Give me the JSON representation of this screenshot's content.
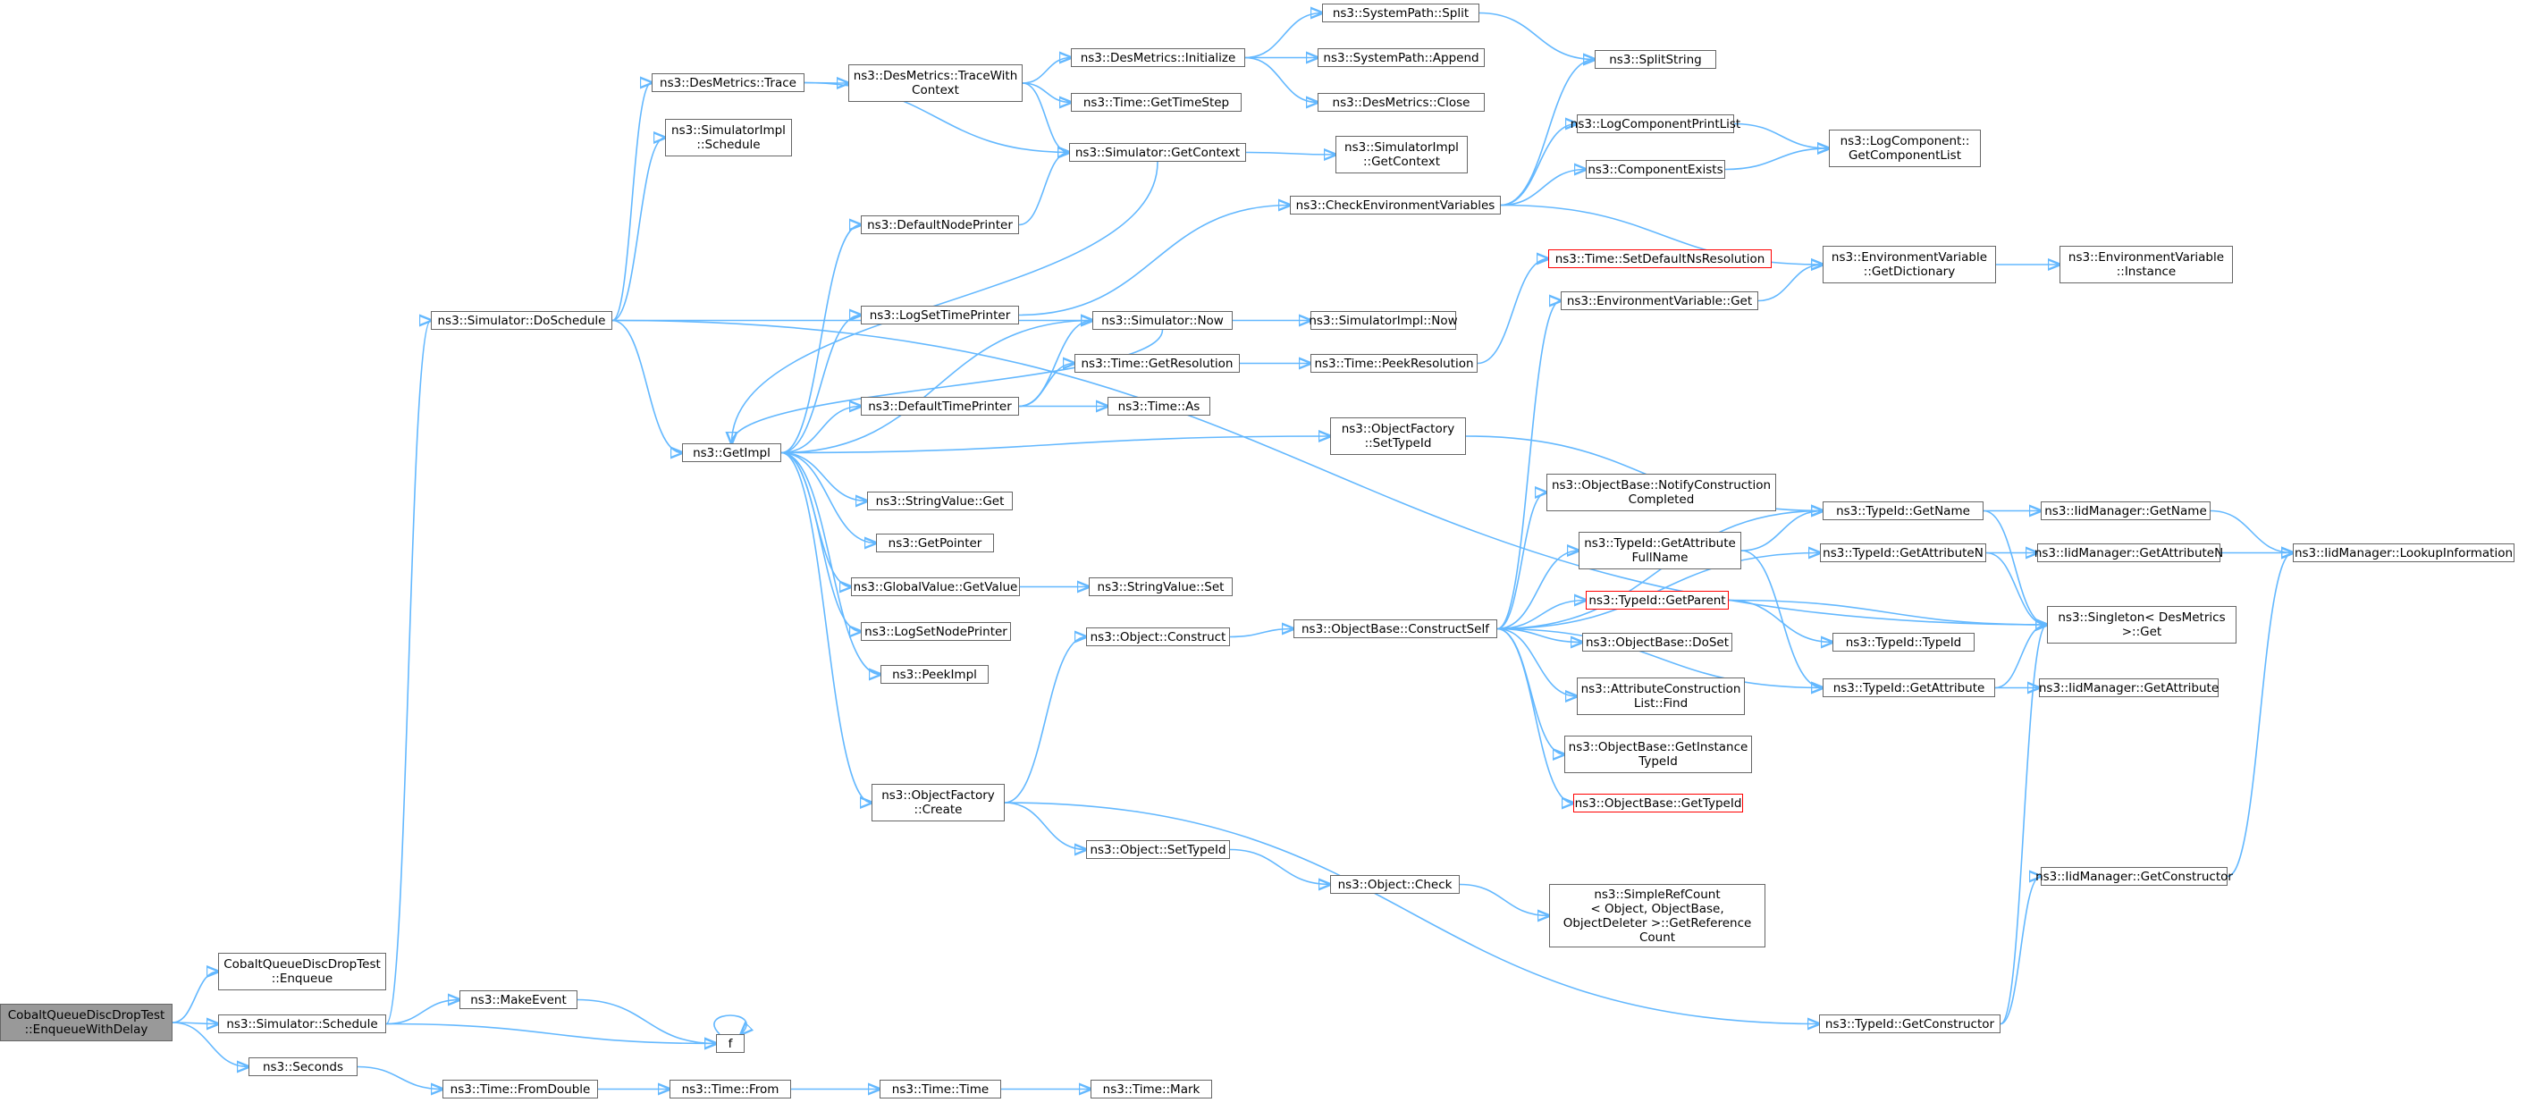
{
  "diagram": {
    "type": "call-graph",
    "colors": {
      "edge": "#63b8ff",
      "node_border": "#666666",
      "root_fill": "#999999",
      "highlight_border": "#ff0000"
    },
    "nodes": [
      {
        "id": "root",
        "label": "CobaltQueueDiscDropTest\n::EnqueueWithDelay",
        "style": "root"
      },
      {
        "id": "enqueue",
        "label": "CobaltQueueDiscDropTest\n::Enqueue"
      },
      {
        "id": "sim_schedule",
        "label": "ns3::Simulator::Schedule"
      },
      {
        "id": "seconds",
        "label": "ns3::Seconds"
      },
      {
        "id": "makeevent",
        "label": "ns3::MakeEvent"
      },
      {
        "id": "f",
        "label": "f"
      },
      {
        "id": "fromdouble",
        "label": "ns3::Time::FromDouble"
      },
      {
        "id": "timefrom",
        "label": "ns3::Time::From"
      },
      {
        "id": "timetime",
        "label": "ns3::Time::Time"
      },
      {
        "id": "timemark",
        "label": "ns3::Time::Mark"
      },
      {
        "id": "doschedule",
        "label": "ns3::Simulator::DoSchedule"
      },
      {
        "id": "desmetrics_trace",
        "label": "ns3::DesMetrics::Trace"
      },
      {
        "id": "simimpl_schedule",
        "label": "ns3::SimulatorImpl\n::Schedule"
      },
      {
        "id": "getimpl",
        "label": "ns3::GetImpl"
      },
      {
        "id": "tracewithcontext",
        "label": "ns3::DesMetrics::TraceWith\nContext"
      },
      {
        "id": "desmetrics_init",
        "label": "ns3::DesMetrics::Initialize"
      },
      {
        "id": "gettimestep",
        "label": "ns3::Time::GetTimeStep"
      },
      {
        "id": "sim_getcontext",
        "label": "ns3::Simulator::GetContext"
      },
      {
        "id": "syspath_split",
        "label": "ns3::SystemPath::Split"
      },
      {
        "id": "syspath_append",
        "label": "ns3::SystemPath::Append"
      },
      {
        "id": "desmetrics_close",
        "label": "ns3::DesMetrics::Close"
      },
      {
        "id": "splitstring",
        "label": "ns3::SplitString"
      },
      {
        "id": "simimpl_getcontext",
        "label": "ns3::SimulatorImpl\n::GetContext"
      },
      {
        "id": "defaultnodeprinter",
        "label": "ns3::DefaultNodePrinter"
      },
      {
        "id": "logsettimeprinter",
        "label": "ns3::LogSetTimePrinter"
      },
      {
        "id": "defaulttimeprinter",
        "label": "ns3::DefaultTimePrinter"
      },
      {
        "id": "stringvalue_get",
        "label": "ns3::StringValue::Get"
      },
      {
        "id": "getpointer",
        "label": "ns3::GetPointer"
      },
      {
        "id": "globalvalue_getvalue",
        "label": "ns3::GlobalValue::GetValue"
      },
      {
        "id": "logsetnodeprinter",
        "label": "ns3::LogSetNodePrinter"
      },
      {
        "id": "peekimpl",
        "label": "ns3::PeekImpl"
      },
      {
        "id": "objectfactory_create",
        "label": "ns3::ObjectFactory\n::Create"
      },
      {
        "id": "sim_now",
        "label": "ns3::Simulator::Now"
      },
      {
        "id": "simimpl_now",
        "label": "ns3::SimulatorImpl::Now"
      },
      {
        "id": "time_getresolution",
        "label": "ns3::Time::GetResolution"
      },
      {
        "id": "time_peekresolution",
        "label": "ns3::Time::PeekResolution"
      },
      {
        "id": "time_as",
        "label": "ns3::Time::As"
      },
      {
        "id": "objectfactory_settypeid",
        "label": "ns3::ObjectFactory\n::SetTypeId"
      },
      {
        "id": "stringvalue_set",
        "label": "ns3::StringValue::Set"
      },
      {
        "id": "checkenv",
        "label": "ns3::CheckEnvironmentVariables"
      },
      {
        "id": "logcomponentprintlist",
        "label": "ns3::LogComponentPrintList"
      },
      {
        "id": "componentexists",
        "label": "ns3::ComponentExists"
      },
      {
        "id": "logcomponent_getlist",
        "label": "ns3::LogComponent::\nGetComponentList"
      },
      {
        "id": "setdefaultnsres",
        "label": "ns3::Time::SetDefaultNsResolution",
        "style": "red"
      },
      {
        "id": "envvar_get",
        "label": "ns3::EnvironmentVariable::Get"
      },
      {
        "id": "envvar_getdict",
        "label": "ns3::EnvironmentVariable\n::GetDictionary"
      },
      {
        "id": "envvar_instance",
        "label": "ns3::EnvironmentVariable\n::Instance"
      },
      {
        "id": "object_construct",
        "label": "ns3::Object::Construct"
      },
      {
        "id": "constructself",
        "label": "ns3::ObjectBase::ConstructSelf"
      },
      {
        "id": "notifyconstruction",
        "label": "ns3::ObjectBase::NotifyConstruction\nCompleted"
      },
      {
        "id": "typeid_getattrfullname",
        "label": "ns3::TypeId::GetAttribute\nFullName"
      },
      {
        "id": "typeid_getparent",
        "label": "ns3::TypeId::GetParent",
        "style": "red"
      },
      {
        "id": "objectbase_doset",
        "label": "ns3::ObjectBase::DoSet"
      },
      {
        "id": "attrconstructionlist_find",
        "label": "ns3::AttributeConstruction\nList::Find"
      },
      {
        "id": "objectbase_getinstancetypeid",
        "label": "ns3::ObjectBase::GetInstance\nTypeId"
      },
      {
        "id": "objectbase_gettypeid",
        "label": "ns3::ObjectBase::GetTypeId",
        "style": "red"
      },
      {
        "id": "object_settypeid",
        "label": "ns3::Object::SetTypeId"
      },
      {
        "id": "object_check",
        "label": "ns3::Object::Check"
      },
      {
        "id": "simplerefcount",
        "label": "ns3::SimpleRefCount\n< Object, ObjectBase,\nObjectDeleter >::GetReference\nCount"
      },
      {
        "id": "typeid_getname",
        "label": "ns3::TypeId::GetName"
      },
      {
        "id": "typeid_getattributen",
        "label": "ns3::TypeId::GetAttributeN"
      },
      {
        "id": "typeid_typeid",
        "label": "ns3::TypeId::TypeId"
      },
      {
        "id": "typeid_getattribute",
        "label": "ns3::TypeId::GetAttribute"
      },
      {
        "id": "typeid_getconstructor",
        "label": "ns3::TypeId::GetConstructor"
      },
      {
        "id": "iidmanager_getname",
        "label": "ns3::IidManager::GetName"
      },
      {
        "id": "iidmanager_getattributen",
        "label": "ns3::IidManager::GetAttributeN"
      },
      {
        "id": "iidmanager_getattribute",
        "label": "ns3::IidManager::GetAttribute"
      },
      {
        "id": "iidmanager_getconstructor",
        "label": "ns3::IidManager::GetConstructor"
      },
      {
        "id": "iidmanager_lookup",
        "label": "ns3::IidManager::LookupInformation"
      },
      {
        "id": "singleton_get",
        "label": "ns3::Singleton< DesMetrics\n>::Get"
      }
    ],
    "edges": [
      [
        "root",
        "enqueue"
      ],
      [
        "root",
        "sim_schedule"
      ],
      [
        "root",
        "seconds"
      ],
      [
        "sim_schedule",
        "doschedule"
      ],
      [
        "sim_schedule",
        "makeevent"
      ],
      [
        "sim_schedule",
        "f"
      ],
      [
        "makeevent",
        "f"
      ],
      [
        "f",
        "f"
      ],
      [
        "seconds",
        "fromdouble"
      ],
      [
        "fromdouble",
        "timefrom"
      ],
      [
        "timefrom",
        "timetime"
      ],
      [
        "timetime",
        "timemark"
      ],
      [
        "doschedule",
        "desmetrics_trace"
      ],
      [
        "doschedule",
        "simimpl_schedule"
      ],
      [
        "doschedule",
        "getimpl"
      ],
      [
        "doschedule",
        "sim_now"
      ],
      [
        "doschedule",
        "singleton_get"
      ],
      [
        "desmetrics_trace",
        "tracewithcontext"
      ],
      [
        "desmetrics_trace",
        "sim_getcontext"
      ],
      [
        "tracewithcontext",
        "desmetrics_init"
      ],
      [
        "tracewithcontext",
        "gettimestep"
      ],
      [
        "tracewithcontext",
        "sim_getcontext"
      ],
      [
        "desmetrics_init",
        "syspath_split"
      ],
      [
        "desmetrics_init",
        "syspath_append"
      ],
      [
        "desmetrics_init",
        "desmetrics_close"
      ],
      [
        "syspath_split",
        "splitstring"
      ],
      [
        "sim_getcontext",
        "getimpl"
      ],
      [
        "sim_getcontext",
        "simimpl_getcontext"
      ],
      [
        "getimpl",
        "defaultnodeprinter"
      ],
      [
        "getimpl",
        "logsettimeprinter"
      ],
      [
        "getimpl",
        "sim_now"
      ],
      [
        "getimpl",
        "defaulttimeprinter"
      ],
      [
        "getimpl",
        "objectfactory_settypeid"
      ],
      [
        "getimpl",
        "stringvalue_get"
      ],
      [
        "getimpl",
        "getpointer"
      ],
      [
        "getimpl",
        "globalvalue_getvalue"
      ],
      [
        "getimpl",
        "logsetnodeprinter"
      ],
      [
        "getimpl",
        "peekimpl"
      ],
      [
        "getimpl",
        "objectfactory_create"
      ],
      [
        "defaultnodeprinter",
        "sim_getcontext"
      ],
      [
        "logsettimeprinter",
        "checkenv"
      ],
      [
        "defaulttimeprinter",
        "sim_now"
      ],
      [
        "defaulttimeprinter",
        "time_getresolution"
      ],
      [
        "defaulttimeprinter",
        "time_as"
      ],
      [
        "sim_now",
        "getimpl"
      ],
      [
        "sim_now",
        "simimpl_now"
      ],
      [
        "time_getresolution",
        "time_peekresolution"
      ],
      [
        "time_peekresolution",
        "setdefaultnsres"
      ],
      [
        "globalvalue_getvalue",
        "stringvalue_set"
      ],
      [
        "objectfactory_settypeid",
        "typeid_getname"
      ],
      [
        "checkenv",
        "splitstring"
      ],
      [
        "checkenv",
        "logcomponentprintlist"
      ],
      [
        "checkenv",
        "componentexists"
      ],
      [
        "checkenv",
        "envvar_getdict"
      ],
      [
        "logcomponentprintlist",
        "logcomponent_getlist"
      ],
      [
        "componentexists",
        "logcomponent_getlist"
      ],
      [
        "envvar_get",
        "envvar_getdict"
      ],
      [
        "envvar_getdict",
        "envvar_instance"
      ],
      [
        "objectfactory_create",
        "object_construct"
      ],
      [
        "objectfactory_create",
        "object_settypeid"
      ],
      [
        "objectfactory_create",
        "typeid_getconstructor"
      ],
      [
        "object_construct",
        "constructself"
      ],
      [
        "constructself",
        "envvar_get"
      ],
      [
        "constructself",
        "typeid_getname"
      ],
      [
        "constructself",
        "typeid_getattributen"
      ],
      [
        "constructself",
        "notifyconstruction"
      ],
      [
        "constructself",
        "typeid_getattrfullname"
      ],
      [
        "constructself",
        "typeid_getparent"
      ],
      [
        "constructself",
        "objectbase_doset"
      ],
      [
        "constructself",
        "attrconstructionlist_find"
      ],
      [
        "constructself",
        "objectbase_getinstancetypeid"
      ],
      [
        "constructself",
        "objectbase_gettypeid"
      ],
      [
        "constructself",
        "typeid_getattribute"
      ],
      [
        "object_settypeid",
        "object_check"
      ],
      [
        "object_check",
        "simplerefcount"
      ],
      [
        "typeid_getattrfullname",
        "typeid_getname"
      ],
      [
        "typeid_getattrfullname",
        "typeid_getattribute"
      ],
      [
        "typeid_getparent",
        "typeid_typeid"
      ],
      [
        "typeid_getparent",
        "singleton_get"
      ],
      [
        "typeid_getname",
        "iidmanager_getname"
      ],
      [
        "typeid_getname",
        "singleton_get"
      ],
      [
        "typeid_getattributen",
        "iidmanager_getattributen"
      ],
      [
        "typeid_getattributen",
        "singleton_get"
      ],
      [
        "typeid_getattribute",
        "iidmanager_getattribute"
      ],
      [
        "typeid_getattribute",
        "singleton_get"
      ],
      [
        "typeid_getconstructor",
        "iidmanager_getconstructor"
      ],
      [
        "typeid_getconstructor",
        "singleton_get"
      ],
      [
        "iidmanager_getname",
        "iidmanager_lookup"
      ],
      [
        "iidmanager_getattributen",
        "iidmanager_lookup"
      ],
      [
        "iidmanager_getconstructor",
        "iidmanager_lookup"
      ]
    ]
  }
}
